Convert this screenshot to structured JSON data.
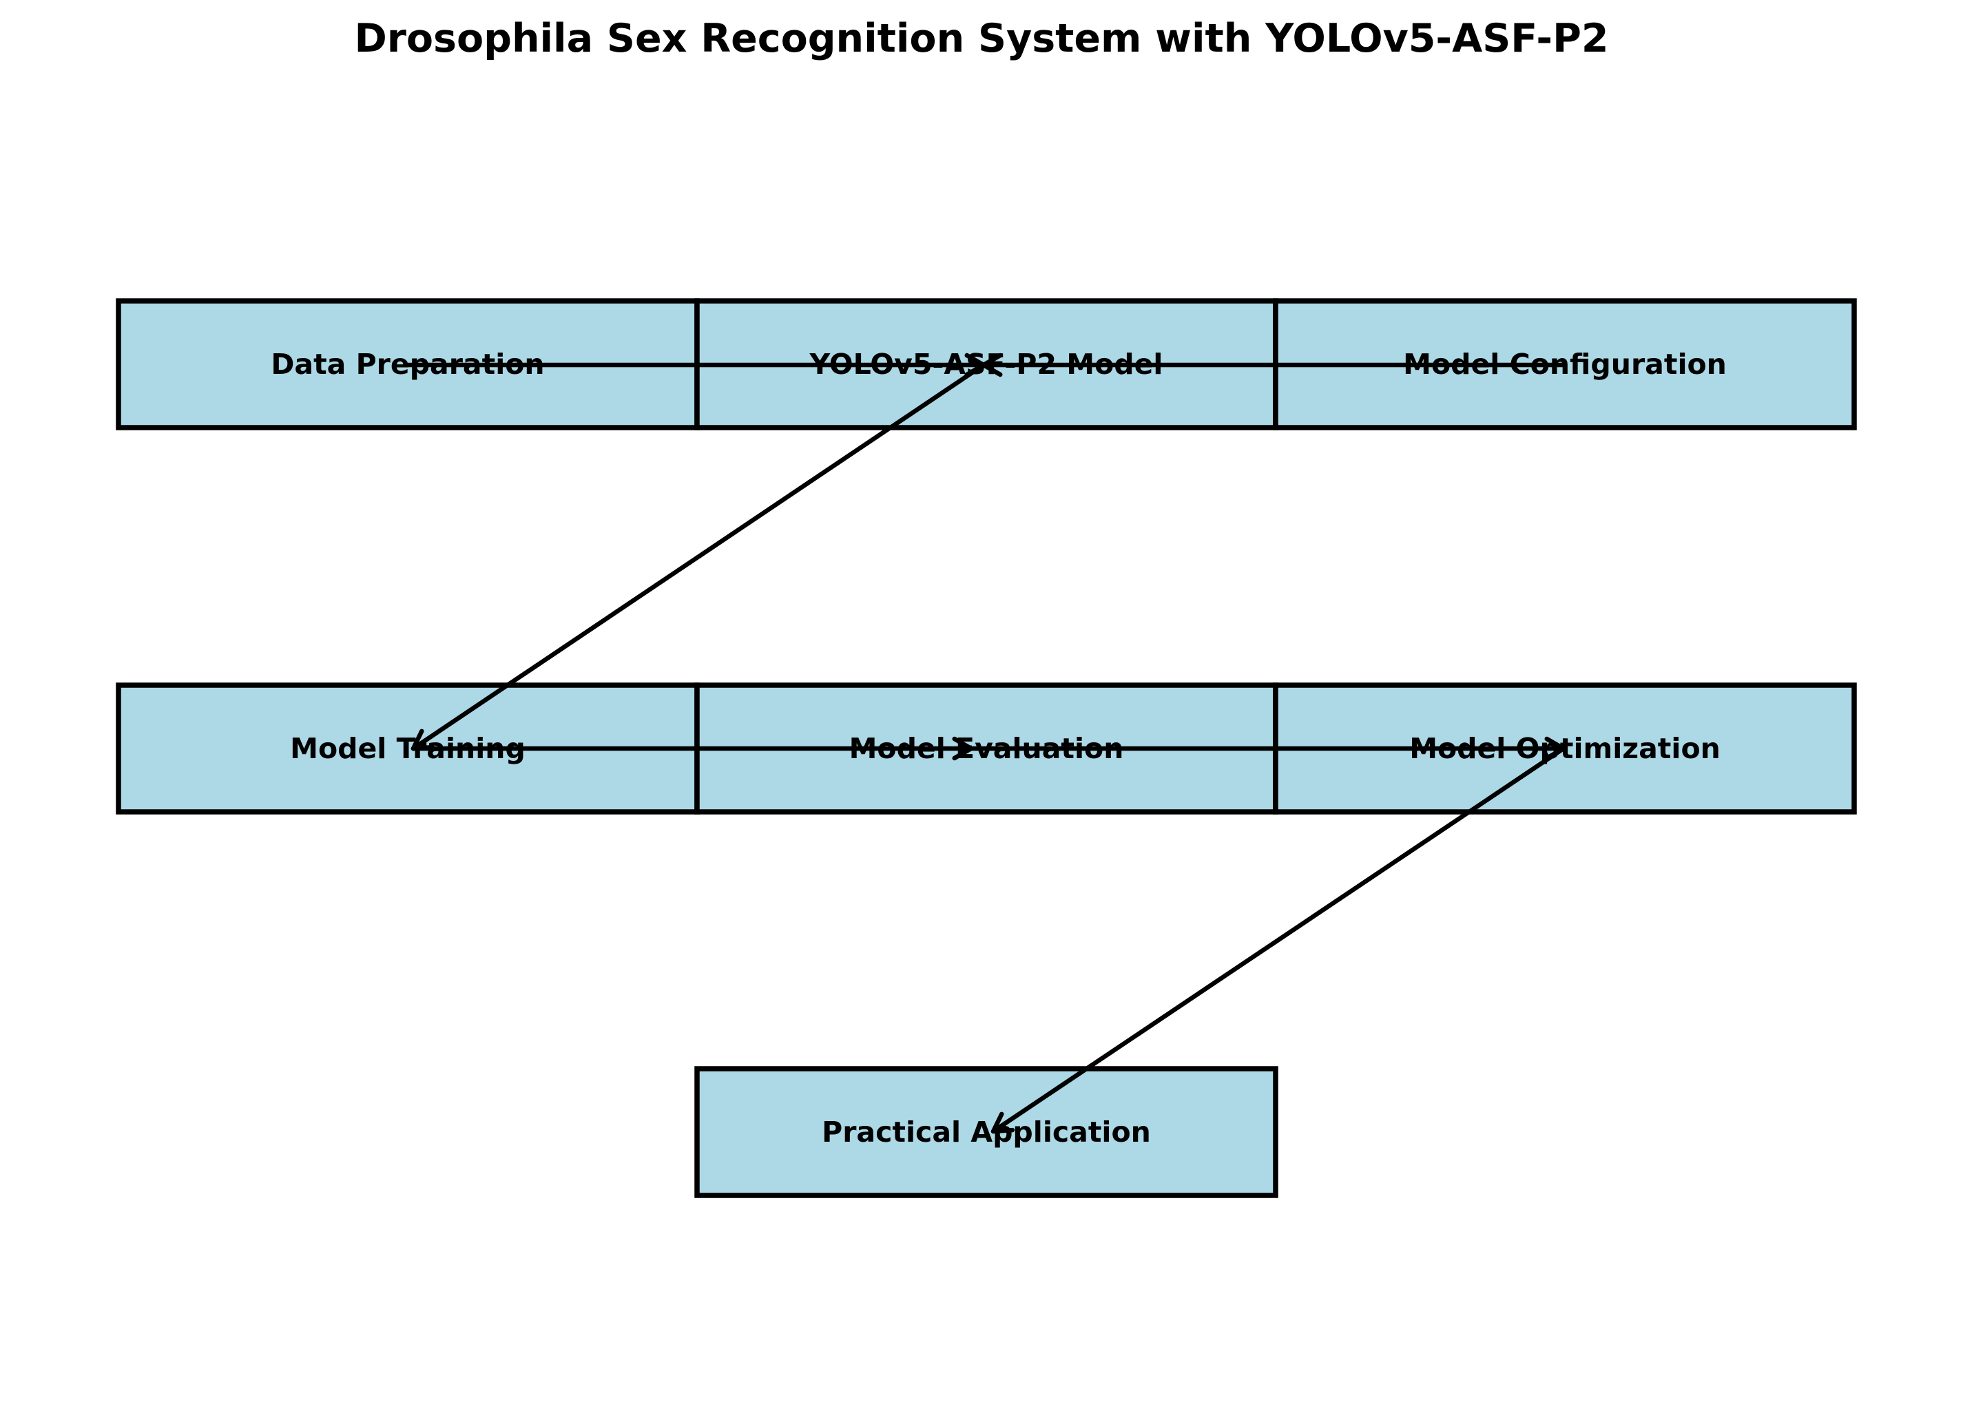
{
  "title": "Drosophila Sex Recognition System with YOLOv5-ASF-P2",
  "colors": {
    "node_fill": "#add8e6",
    "node_stroke": "#000000",
    "edge": "#000000",
    "text": "#000000"
  },
  "nodes": [
    {
      "id": "data-preparation",
      "label": "Data Preparation"
    },
    {
      "id": "yolov5-asf-p2-model",
      "label": "YOLOv5-ASF-P2 Model"
    },
    {
      "id": "model-configuration",
      "label": "Model Configuration"
    },
    {
      "id": "model-training",
      "label": "Model Training"
    },
    {
      "id": "model-evaluation",
      "label": "Model Evaluation"
    },
    {
      "id": "model-optimization",
      "label": "Model Optimization"
    },
    {
      "id": "practical-application",
      "label": "Practical Application"
    }
  ],
  "edges": [
    {
      "from": "data-preparation",
      "to": "yolov5-asf-p2-model"
    },
    {
      "from": "model-configuration",
      "to": "yolov5-asf-p2-model"
    },
    {
      "from": "yolov5-asf-p2-model",
      "to": "model-training"
    },
    {
      "from": "model-training",
      "to": "model-evaluation"
    },
    {
      "from": "model-evaluation",
      "to": "model-optimization"
    },
    {
      "from": "model-optimization",
      "to": "practical-application"
    }
  ]
}
